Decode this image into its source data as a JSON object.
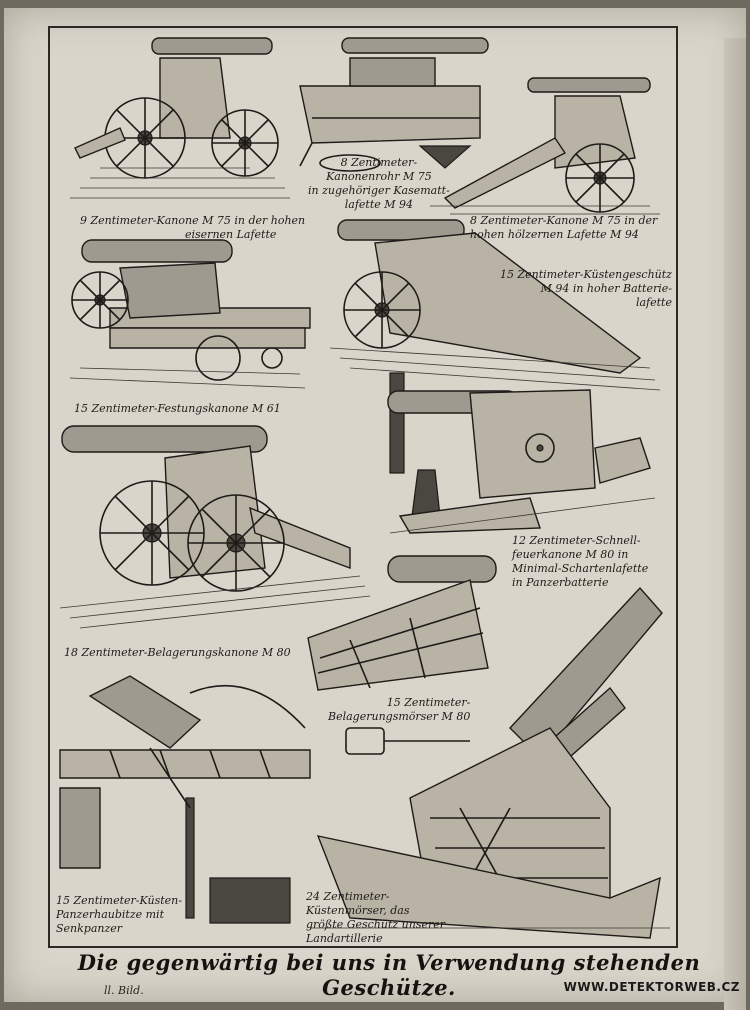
{
  "plate": {
    "title": "Die gegenwärtig bei uns in Verwendung stehenden Geschütze.",
    "plate_number": "ll. Bild.",
    "watermark": "WWW.DETEKTORWEB.CZ"
  },
  "captions": [
    {
      "id": "c1",
      "lines": [
        "9 Zentimeter-Kanone M 75 in der hohen",
        "eisernen Lafette"
      ]
    },
    {
      "id": "c2",
      "lines": [
        "8 Zentimeter-",
        "Kanonenrohr M 75",
        "in zugehöriger Kasematt-",
        "lafette M 94"
      ]
    },
    {
      "id": "c3",
      "lines": [
        "8 Zentimeter-Kanone M 75 in der",
        "hohen hölzernen Lafette M 94"
      ]
    },
    {
      "id": "c4",
      "lines": [
        "15 Zentimeter-Küstengeschütz",
        "M 94 in hoher Batterie-",
        "lafette"
      ]
    },
    {
      "id": "c5",
      "lines": [
        "15 Zentimeter-Festungskanone M 61"
      ]
    },
    {
      "id": "c6",
      "lines": [
        "12 Zentimeter-Schnell-",
        "feuerkanone M 80 in",
        "Minimal-Schartenlafette",
        "in Panzerbatterie"
      ]
    },
    {
      "id": "c7",
      "lines": [
        "18 Zentimeter-Belagerungskanone M 80"
      ]
    },
    {
      "id": "c8",
      "lines": [
        "15 Zentimeter-",
        "Belagerungsmörser M 80"
      ]
    },
    {
      "id": "c9",
      "lines": [
        "15 Zentimeter-Küsten-",
        "Panzerhaubitze mit",
        "Senkpanzer"
      ]
    },
    {
      "id": "c10",
      "lines": [
        "24 Zentimeter-",
        "Küstenmörser, das",
        "größte Geschütz unserer",
        "Landartillerie"
      ]
    }
  ],
  "colors": {
    "paper": "#d9d5cb",
    "ink": "#1e1b18",
    "background": "#6f6a60"
  }
}
